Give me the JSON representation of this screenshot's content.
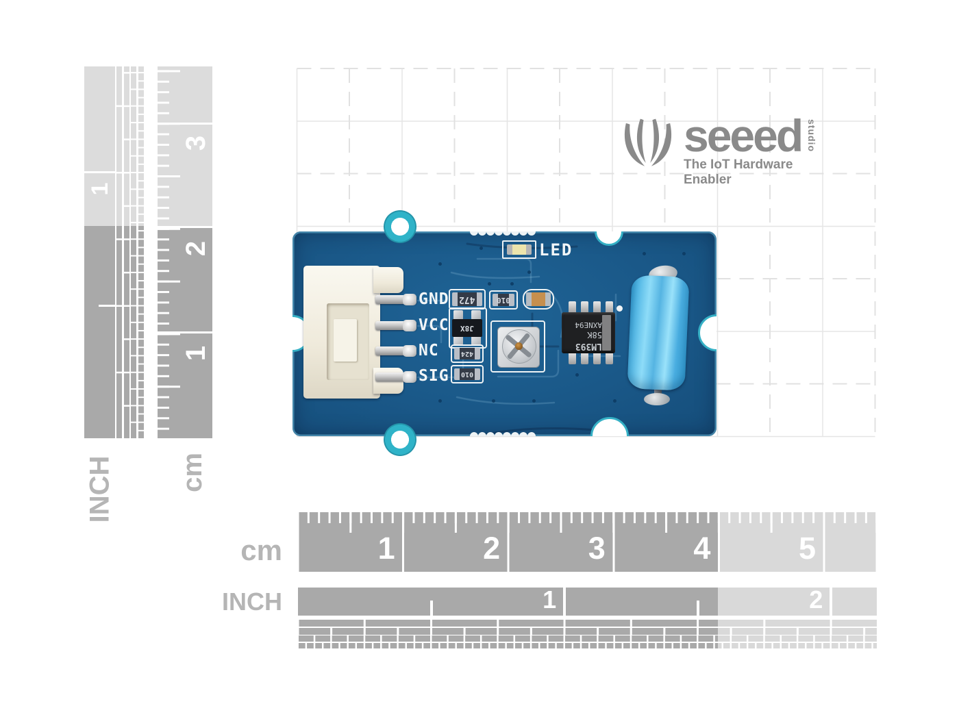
{
  "logo": {
    "wordmark": "seeed",
    "studio": "studio",
    "tagline": "The IoT Hardware Enabler",
    "color": "#8a8a8a"
  },
  "pcb": {
    "pin_labels": [
      "GND",
      "VCC",
      "NC",
      "SIG"
    ],
    "led_label": "LED",
    "ic_marking": {
      "line1": "LM393",
      "line2": "58K",
      "line3": "AXNE94"
    },
    "resistor_markings": [
      "472",
      "010",
      "424",
      "010"
    ],
    "transistor_marking": "J8X",
    "board_color": "#1a5888",
    "edge_teal": "#2fb3c8",
    "cylinder_blue": "#55b9e6"
  },
  "rulers": {
    "bottom_cm": {
      "label": "cm",
      "numbers": [
        "1",
        "2",
        "3",
        "4",
        "5"
      ]
    },
    "bottom_inch": {
      "label": "INCH",
      "numbers": [
        "1",
        "2"
      ]
    },
    "left_cm": {
      "label": "cm",
      "numbers": [
        "3",
        "2",
        "1"
      ]
    },
    "left_inch": {
      "label": "INCH",
      "numbers": [
        "1"
      ]
    },
    "dark_gray": "#a9a9a9",
    "light_gray": "#d9d9d9",
    "label_gray": "#b5b5b5"
  }
}
